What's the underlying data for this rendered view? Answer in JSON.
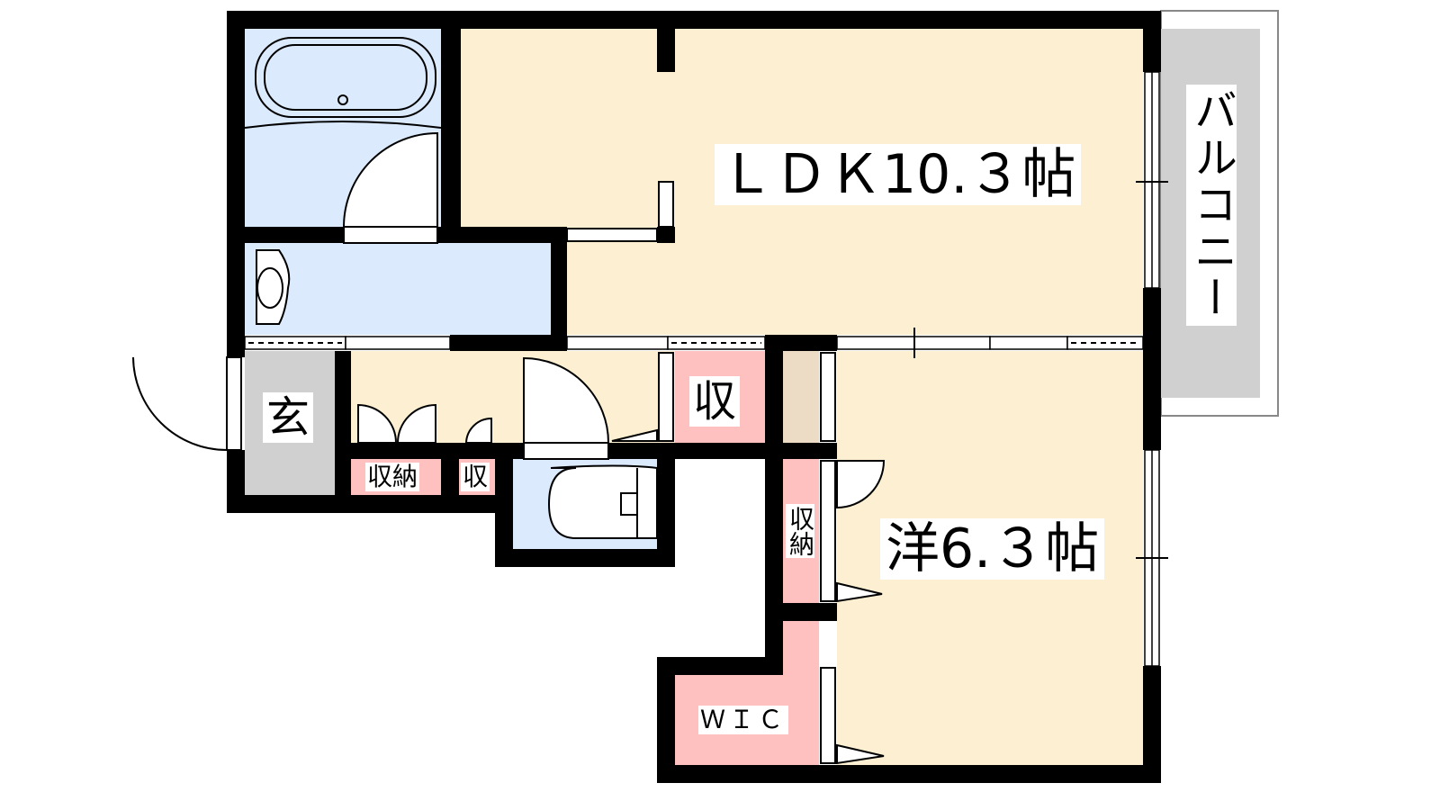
{
  "floorplan": {
    "rooms": {
      "ldk": "ＬＤＫ10.３帖",
      "western": "洋6.３帖",
      "balcony": "バルコニー",
      "entrance": "玄",
      "storage_hall": "収",
      "storage_small": "収",
      "storage_closet": "収納",
      "storage_western": "収納",
      "wic": "ＷＩＣ"
    },
    "colors": {
      "living": "#fdf0d2",
      "wet": "#dbeafd",
      "storage": "#ffc0c0",
      "entrance": "#d0d0d0",
      "balcony": "#d0d0d0",
      "tan": "#eddcc5",
      "wall": "#000000"
    }
  }
}
